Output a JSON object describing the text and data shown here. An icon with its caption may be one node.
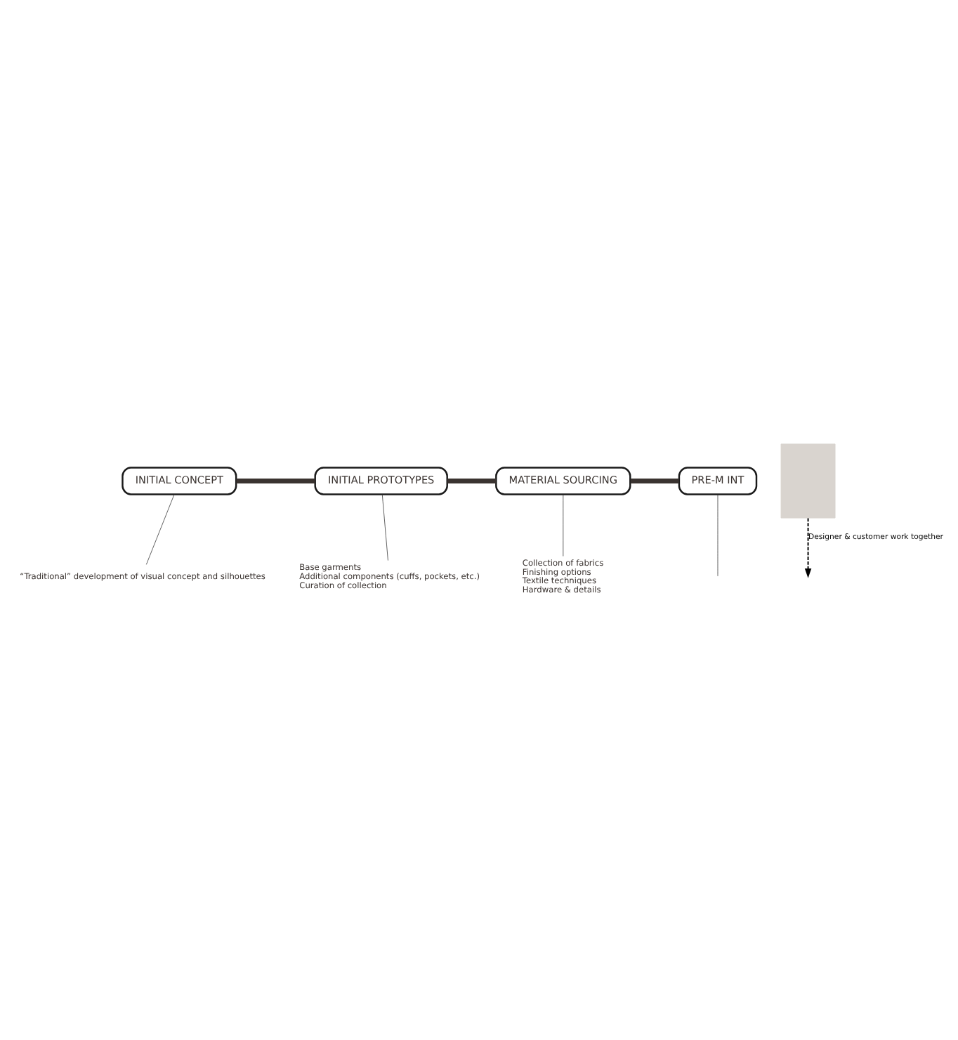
{
  "diagram": {
    "nodes": [
      {
        "text": [
          "INITIAL CONCEPT"
        ]
      },
      {
        "text": [
          "INITIAL PROTOTYPES"
        ]
      },
      {
        "text": [
          "MATERIAL SOURCING"
        ]
      },
      {
        "text": [
          "PRE-M INT"
        ]
      },
      {
        "text": [],
        "shape": "box"
      },
      {
        "text": [
          "Base garments",
          "Additional components (cuffs, pockets, etc.)",
          "Curation of collection"
        ]
      },
      {
        "text": [
          "“Traditional” development of visual concept and silhouettes"
        ]
      },
      {
        "text": [
          "Collection of fabrics",
          "Finishing options",
          "Textile techniques",
          "Hardware & details"
        ]
      }
    ],
    "edges": [
      {
        "from": 0,
        "to": 1,
        "arrow": "none",
        "style": "thick"
      },
      {
        "from": 1,
        "to": 2,
        "arrow": "none",
        "style": "thick"
      },
      {
        "from": 2,
        "to": 3,
        "arrow": "none",
        "style": "thick"
      },
      {
        "from": 1,
        "to": 5,
        "arrow": "none"
      },
      {
        "from": 0,
        "to": 6,
        "arrow": "none"
      },
      {
        "from": 2,
        "to": 7,
        "arrow": "none"
      },
      {
        "from": 3,
        "to": null,
        "arrow": "none"
      },
      {
        "from": 4,
        "to": null,
        "arrow": "to",
        "style": "dashed",
        "label": "Designer & customer work together"
      }
    ]
  }
}
